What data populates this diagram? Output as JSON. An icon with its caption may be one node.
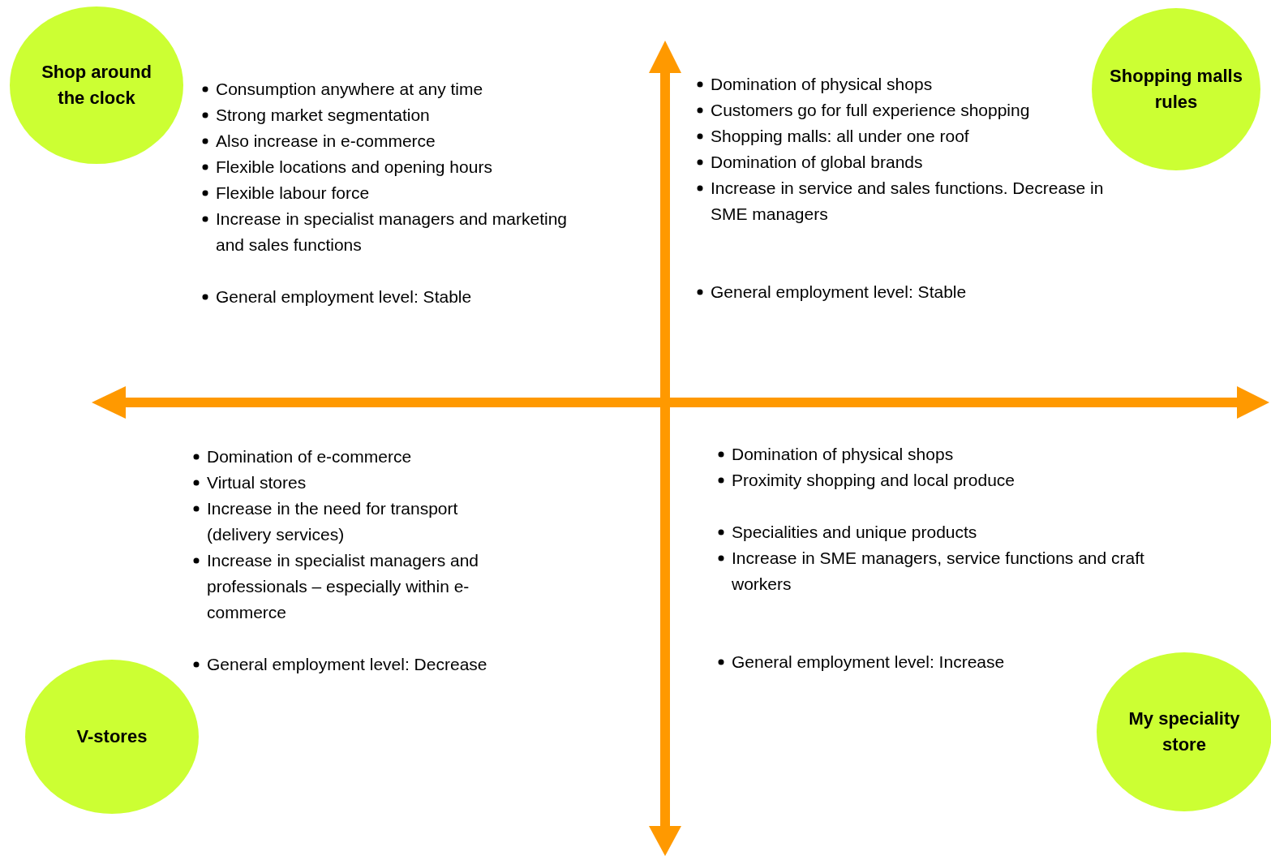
{
  "diagram": {
    "nodes": [
      {
        "text": [
          "Shop around the clock"
        ]
      },
      {
        "text": [
          "Shopping malls rules"
        ]
      },
      {
        "text": [
          "V-stores"
        ]
      },
      {
        "text": [
          "My speciality store"
        ]
      }
    ],
    "labels": [
      "Consumption anywhere at any time",
      "Strong market segmentation",
      "Also increase in e-commerce",
      "Flexible locations and opening hours",
      "Flexible labour force",
      "Increase in specialist managers and marketing and sales functions",
      "General employment level: Stable",
      "Domination of physical shops",
      "Customers go for full experience shopping",
      "Shopping malls: all under one roof",
      "Domination of global brands",
      "Increase in service and sales functions. Decrease in SME managers",
      "General employment level: Stable",
      "Domination of e-commerce",
      "Virtual stores",
      "Increase in the need for transport (delivery services)",
      "Increase in specialist managers and professionals – especially within e-commerce",
      "General employment level: Decrease",
      "Domination of physical shops",
      "Proximity shopping and local produce",
      "Specialities and unique products",
      "Increase in SME managers, service functions and craft workers",
      "General employment level: Increase"
    ]
  }
}
